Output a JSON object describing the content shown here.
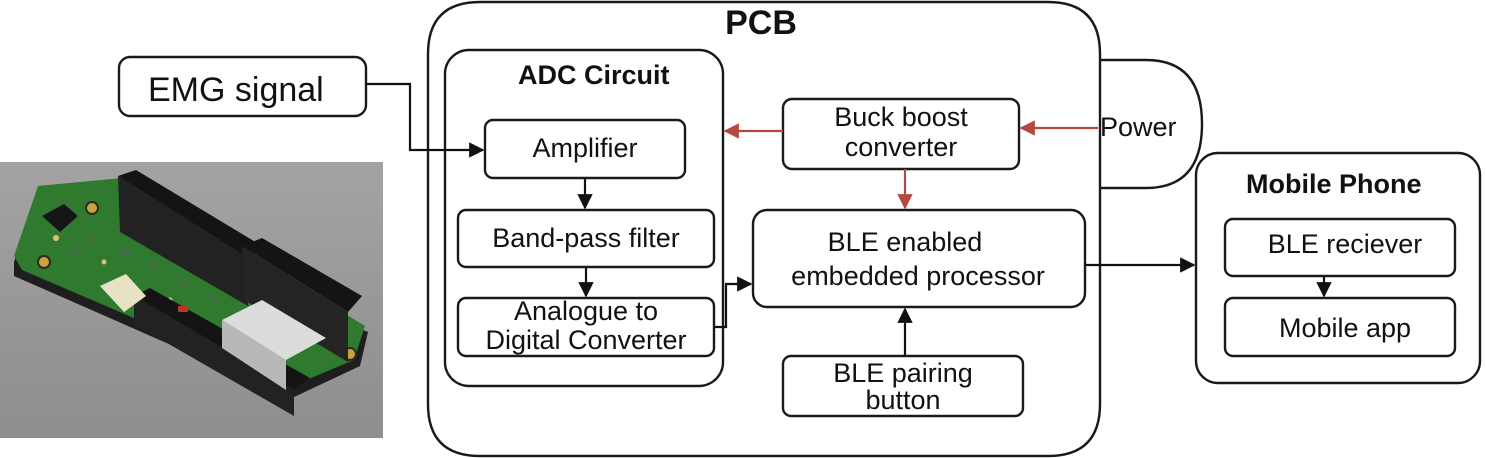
{
  "pcb": {
    "title": "PCB"
  },
  "adc": {
    "title": "ADC Circuit",
    "amplifier": "Amplifier",
    "bandpass": "Band-pass filter",
    "converter": [
      "Analogue to",
      "Digital Converter"
    ]
  },
  "inputs": {
    "emg": "EMG signal"
  },
  "power": {
    "label": "Power",
    "buck": [
      "Buck boost",
      "converter"
    ]
  },
  "processor": [
    "BLE enabled",
    "embedded processor"
  ],
  "pairing": [
    "BLE pairing",
    "button"
  ],
  "mobile": {
    "title": "Mobile Phone",
    "receiver": "BLE reciever",
    "app": "Mobile app"
  },
  "colors": {
    "signal_wire": "#111111",
    "power_wire": "#b5483f",
    "pcb_board": "#2f7a2f",
    "photo_background": "#9a9a9a"
  },
  "photo": {
    "subject": "3D render of assembled green PCB with black headers"
  }
}
